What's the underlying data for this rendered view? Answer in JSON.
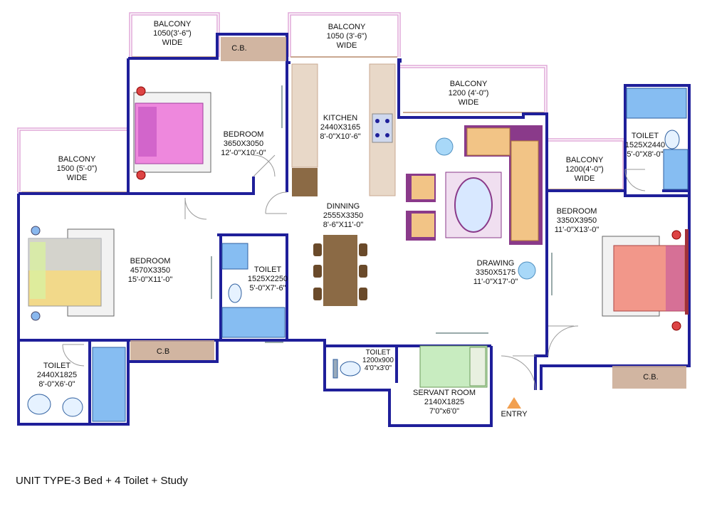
{
  "colors": {
    "wall": "#1f1f9a",
    "balcony_rail": "#e0a8d8",
    "cupboard": "#c9a890",
    "wood": "#8b6a45",
    "bed_pink": "#ee88dd",
    "bed_yellow": "#f2d98a",
    "bed_salmon": "#f2978a",
    "fixture_blue": "#86bdf2",
    "sofa": "#f2c486",
    "sofa_frame": "#8a3a8a"
  },
  "rooms": {
    "balcony_top_left": {
      "name": "BALCONY",
      "size": "1050(3'-6\")",
      "note": "WIDE"
    },
    "balcony_top_mid": {
      "name": "BALCONY",
      "size": "1050 (3'-6\")",
      "note": "WIDE"
    },
    "balcony_mid": {
      "name": "BALCONY",
      "size": "1200 (4'-0\")",
      "note": "WIDE"
    },
    "balcony_left": {
      "name": "BALCONY",
      "size": "1500 (5'-0\")",
      "note": "WIDE"
    },
    "balcony_right": {
      "name": "BALCONY",
      "size": "1200(4'-0\")",
      "note": "WIDE"
    },
    "bedroom_top": {
      "name": "BEDROOM",
      "size": "3650X3050",
      "imperial": "12'-0\"X10'-0\""
    },
    "bedroom_left": {
      "name": "BEDROOM",
      "size": "4570X3350",
      "imperial": "15'-0\"X11'-0\""
    },
    "bedroom_right": {
      "name": "BEDROOM",
      "size": "3350X3950",
      "imperial": "11'-0\"X13'-0\""
    },
    "kitchen": {
      "name": "KITCHEN",
      "size": "2440X3165",
      "imperial": "8'-0\"X10'-6\""
    },
    "dinning": {
      "name": "DINNING",
      "size": "2555X3350",
      "imperial": "8'-6\"X11'-0\""
    },
    "drawing": {
      "name": "DRAWING",
      "size": "3350X5175",
      "imperial": "11'-0\"X17'-0\""
    },
    "toilet_mid": {
      "name": "TOILET",
      "size": "1525X2250",
      "imperial": "5'-0\"X7'-6\""
    },
    "toilet_left": {
      "name": "TOILET",
      "size": "2440X1825",
      "imperial": "8'-0\"X6'-0\""
    },
    "toilet_right": {
      "name": "TOILET",
      "size": "1525X2440",
      "imperial": "5'-0\"X8'-0\""
    },
    "toilet_servant": {
      "name": "TOILET",
      "size": "1200x900",
      "imperial": "4'0\"x3'0\""
    },
    "servant_room": {
      "name": "SERVANT ROOM",
      "size": "2140X1825",
      "imperial": "7'0\"x6'0\""
    }
  },
  "cupboards": {
    "cb_top": "C.B.",
    "cb_left": "C.B",
    "cb_right": "C.B."
  },
  "entry": "ENTRY",
  "unit_title": "UNIT TYPE-3 Bed + 4 Toilet + Study"
}
